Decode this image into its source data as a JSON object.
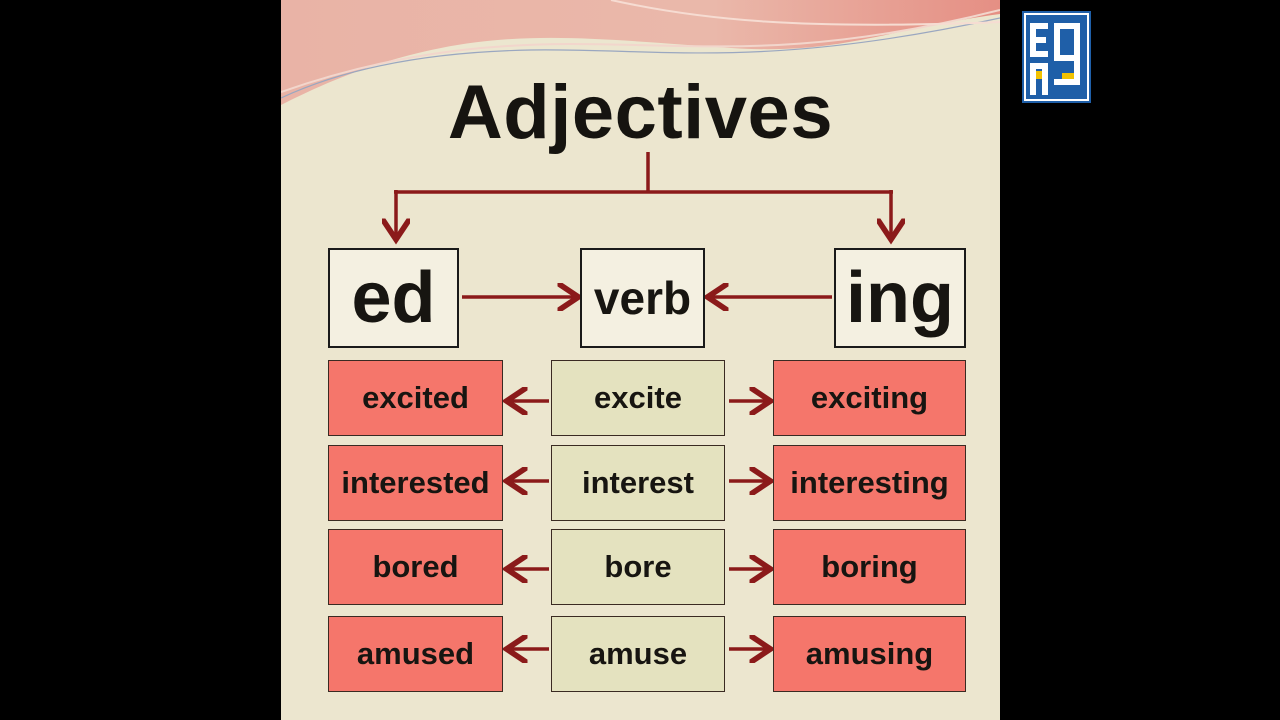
{
  "title": "Adjectives",
  "headers": {
    "ed": "ed",
    "verb": "verb",
    "ing": "ing"
  },
  "rows": [
    {
      "ed": "excited",
      "verb": "excite",
      "ing": "exciting"
    },
    {
      "ed": "interested",
      "verb": "interest",
      "ing": "interesting"
    },
    {
      "ed": "bored",
      "verb": "bore",
      "ing": "boring"
    },
    {
      "ed": "amused",
      "verb": "amuse",
      "ing": "amusing"
    }
  ],
  "colors": {
    "arrow": "#8b1a1a",
    "ed_ing_fill": "#f5766b",
    "verb_fill": "#e4e2bf",
    "background": "#ece6cf",
    "logo": "#1f5fa8"
  },
  "logo": {
    "icon": "eng-logo-icon"
  }
}
